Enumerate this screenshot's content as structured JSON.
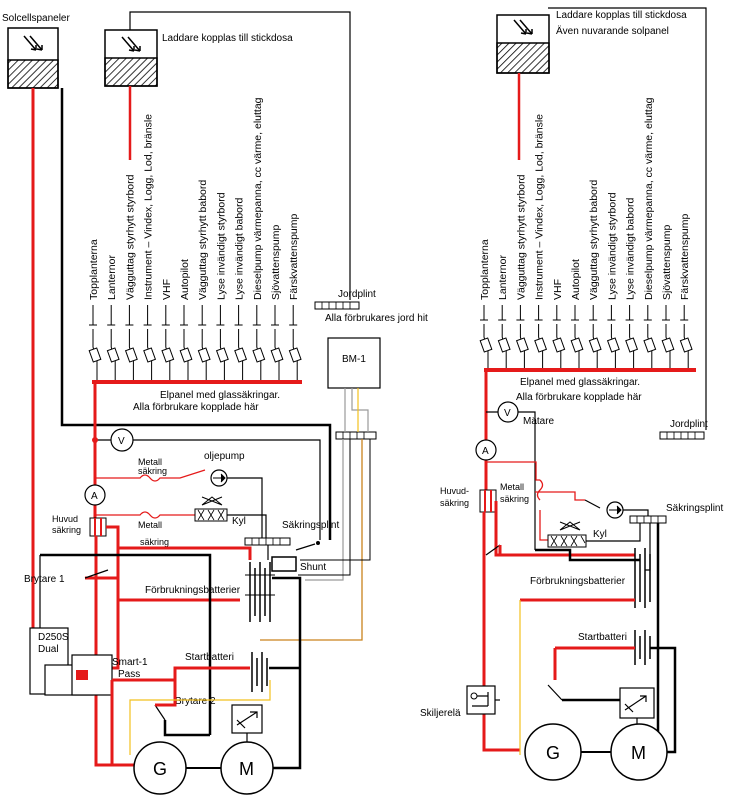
{
  "left": {
    "solar_label": "Solcellspaneler",
    "charger_label": "Laddare kopplas till stickdosa",
    "consumers": [
      "Topplanterna",
      "Lanternor",
      "Vägguttag styrhytt styrbord",
      "Instrument – Vindex, Logg, Lod, bränsle",
      "VHF",
      "Autopilot",
      "Vägguttag styrhytt babord",
      "Lyse invändigt styrbord",
      "Lyse invändigt babord",
      "Dieselpump värmepanna, cc värme, eluttag",
      "Sjövattenspump",
      "Färskvattenspump"
    ],
    "jordplint": "Jordplint",
    "jord_note": "Alla förbrukares jord hit",
    "bm1": "BM-1",
    "elpanel_1": "Elpanel med glassäkringar.",
    "elpanel_2": "Alla förbrukare kopplade här",
    "voltmeter": "V",
    "ammeter": "A",
    "metall_1a": "Metall",
    "metall_1b": "säkring",
    "oljepump": "oljepump",
    "metall_2a": "Metall",
    "metall_2b": "säkring",
    "kyl": "Kyl",
    "huvud_a": "Huvud",
    "huvud_b": "säkring",
    "sakringsplint": "Säkringsplint",
    "brytare1": "Brytare 1",
    "shunt": "Shunt",
    "forbruk": "Förbrukningsbatterier",
    "d250_a": "D250S",
    "d250_b": "Dual",
    "smart_a": "Smart-1",
    "smart_b": "Pass",
    "startbatteri": "Startbatteri",
    "brytare2": "Brytare 2",
    "generator": "G",
    "motor": "M"
  },
  "right": {
    "charger_1": "Laddare kopplas till stickdosa",
    "charger_2": "Även nuvarande solpanel",
    "consumers": [
      "Topplanterna",
      "Lanternor",
      "Vägguttag styrhytt styrbord",
      "Instrument – Vindex, Logg, Lod, bränsle",
      "VHF",
      "Autopilot",
      "Vägguttag styrhytt babord",
      "Lyse invändigt styrbord",
      "Lyse invändigt babord",
      "Dieselpump värmepanna, cc värme, eluttag",
      "Sjövattenspump",
      "Färskvattenspump"
    ],
    "elpanel_1": "Elpanel med glassäkringar.",
    "elpanel_2": "Alla förbrukare kopplade här",
    "voltmeter": "V",
    "matare": "Mätare",
    "ammeter": "A",
    "jordplint": "Jordplint",
    "huvud_a": "Huvud-",
    "huvud_b": "säkring",
    "metall_a": "Metall",
    "metall_b": "säkring",
    "sakringsplint": "Säkringsplint",
    "kyl": "Kyl",
    "forbruk": "Förbrukningsbatterier",
    "startbatteri": "Startbatteri",
    "skiljerela": "Skiljerelä",
    "generator": "G",
    "motor": "M"
  },
  "colors": {
    "red": "#e51a1a",
    "black": "#000000",
    "yellow": "#f2c01e",
    "orange": "#c9821c",
    "gray": "#9a9a9a"
  }
}
